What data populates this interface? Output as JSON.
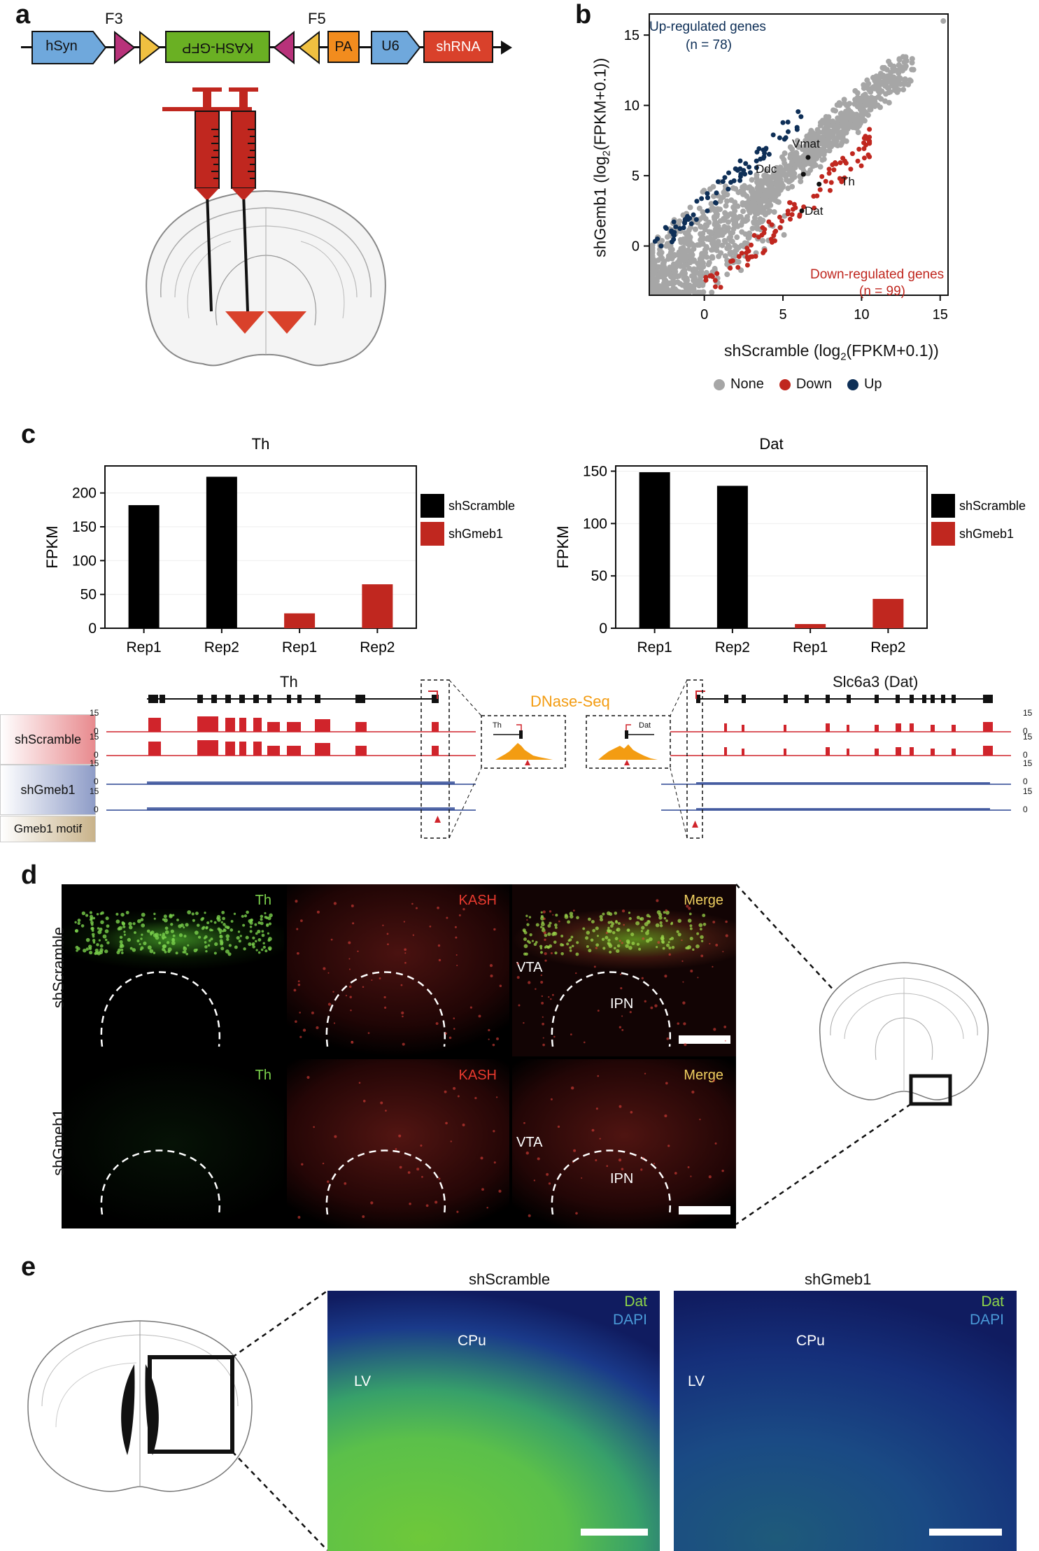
{
  "panels": {
    "a": "a",
    "b": "b",
    "c": "c",
    "d": "d",
    "e": "e"
  },
  "construct": {
    "elements": [
      "hSyn",
      "KASH-GFP",
      "PA",
      "U6",
      "shRNA"
    ],
    "f3": "F3",
    "f5": "F5",
    "colors": {
      "hSyn": "#6fa8dc",
      "kash": "#6ab023",
      "pa": "#f28c1e",
      "u6": "#6fa8dc",
      "shrna": "#d9412b",
      "loxp_pink": "#b8327a",
      "loxp_yellow": "#f0c040"
    }
  },
  "scatter": {
    "ylabel": "shGemb1 (log2(FPKM+0.1))",
    "ylabel_pre": "shGemb1 (log",
    "ylabel_sub": "2",
    "ylabel_post": "(FPKM+0.1))",
    "xlabel_pre": "shScramble (log",
    "xlabel_sub": "2",
    "xlabel_post": "(FPKM+0.1))",
    "up_title": "Up-regulated genes",
    "up_n": "(n = 78)",
    "down_title": "Down-regulated genes",
    "down_n": "(n = 99)",
    "gene_labels": [
      "Vmat",
      "Ddc",
      "Th",
      "Dat"
    ],
    "legend": [
      "None",
      "Down",
      "Up"
    ],
    "colors": {
      "none": "#a6a6a6",
      "down": "#c0271f",
      "up": "#0e2f57"
    }
  },
  "chart_data": [
    {
      "type": "scatter",
      "xlabel": "shScramble (log2(FPKM+0.1))",
      "ylabel": "shGemb1 (log2(FPKM+0.1))",
      "xlim": [
        -3.5,
        15.5
      ],
      "ylim": [
        -3.5,
        16.5
      ],
      "xticks": [
        0,
        5,
        10,
        15
      ],
      "yticks": [
        0,
        5,
        10,
        15
      ],
      "series": [
        {
          "name": "None",
          "summary": "bulk of genes along diagonal y≈x from (-3.3,-3.3) to (15,16)"
        },
        {
          "name": "Down",
          "count": 99
        },
        {
          "name": "Up",
          "count": 78
        }
      ],
      "annotations": [
        {
          "text": "Vmat",
          "x": 6.6,
          "y": 6.3
        },
        {
          "text": "Ddc",
          "x": 6.3,
          "y": 5.1
        },
        {
          "text": "Th",
          "x": 7.3,
          "y": 4.4
        },
        {
          "text": "Dat",
          "x": 6.2,
          "y": 2.5
        }
      ]
    },
    {
      "type": "bar",
      "title": "Th",
      "ylabel": "FPKM",
      "categories": [
        "Rep1",
        "Rep2",
        "Rep1",
        "Rep2"
      ],
      "values": [
        182,
        224,
        22,
        65
      ],
      "groups": [
        "shScramble",
        "shScramble",
        "shGmeb1",
        "shGmeb1"
      ],
      "ylim": [
        0,
        240
      ],
      "yticks": [
        0,
        50,
        100,
        150,
        200
      ]
    },
    {
      "type": "bar",
      "title": "Dat",
      "ylabel": "FPKM",
      "categories": [
        "Rep1",
        "Rep2",
        "Rep1",
        "Rep2"
      ],
      "values": [
        149,
        136,
        4,
        28
      ],
      "groups": [
        "shScramble",
        "shScramble",
        "shGmeb1",
        "shGmeb1"
      ],
      "ylim": [
        0,
        155
      ],
      "yticks": [
        0,
        50,
        100,
        150
      ]
    }
  ],
  "barlegend": {
    "items": [
      "shScramble",
      "shGmeb1"
    ],
    "colors": [
      "#000000",
      "#c0271f"
    ]
  },
  "tracks": {
    "gene_left": "Th",
    "gene_right": "Slc6a3 (Dat)",
    "dnase": "DNase-Seq",
    "row_labels": [
      "shScramble",
      "shGmeb1",
      "Gmeb1 motif"
    ],
    "scale_top": "15",
    "scale_zero": "0",
    "inset_left": "Th",
    "inset_right": "Dat"
  },
  "micro": {
    "cols": [
      "Th",
      "KASH",
      "Merge"
    ],
    "rows": [
      "shScramble",
      "shGmeb1"
    ],
    "vta": "VTA",
    "ipn": "IPN"
  },
  "panel_e": {
    "titles": [
      "shScramble",
      "shGmeb1"
    ],
    "dat": "Dat",
    "dapi": "DAPI",
    "cpu": "CPu",
    "lv": "LV"
  }
}
